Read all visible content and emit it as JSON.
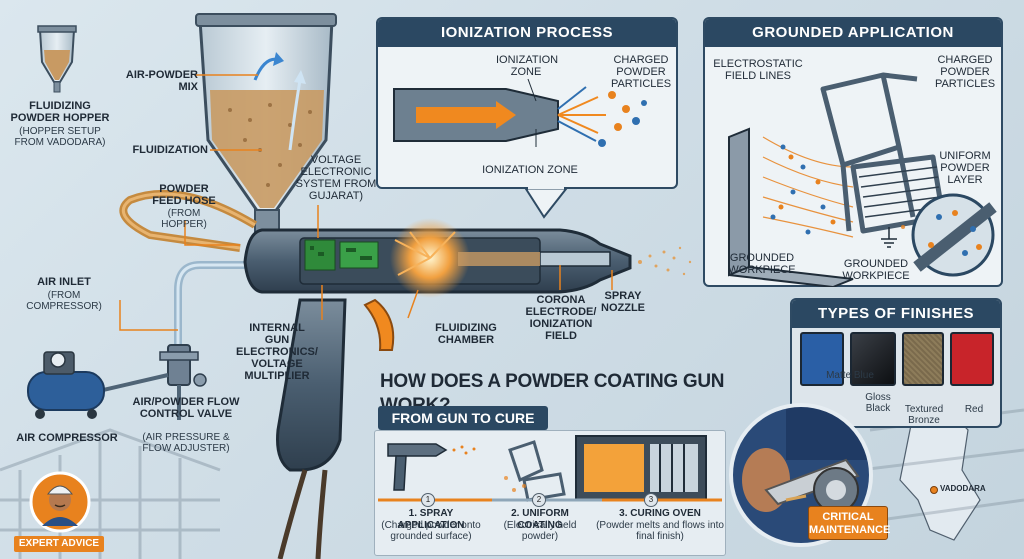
{
  "title": "HOW DOES A POWDER COATING GUN WORK?",
  "labels": {
    "air_powder_mix": "AIR-POWDER MIX",
    "hopper": "FLUIDIZING POWDER HOPPER",
    "hopper_sub": "(HOPPER SETUP FROM VADODARA)",
    "fluidization": "FLUIDIZATION",
    "voltage_system": "VOLTAGE ELECTRONIC SYSTEM FROM GUJARAT)",
    "feed_hose": "POWDER FEED HOSE",
    "feed_hose_sub": "(FROM HOPPER)",
    "air_inlet": "AIR INLET",
    "air_inlet_sub": "(FROM COMPRESSOR)",
    "internal_electronics": "INTERNAL GUN ELECTRONICS/ VOLTAGE MULTIPLIER",
    "fluidizing_chamber": "FLUIDIZING CHAMBER",
    "corona": "CORONA ELECTRODE/ IONIZATION FIELD",
    "spray_nozzle": "SPRAY NOZZLE",
    "compressor": "AIR COMPRESSOR",
    "control_valve": "AIR/POWDER FLOW CONTROL VALVE",
    "control_valve_sub": "(AIR PRESSURE & FLOW ADJUSTER)"
  },
  "ionization": {
    "heading": "IONIZATION PROCESS",
    "zone_top": "IONIZATION ZONE",
    "charged": "CHARGED POWDER PARTICLES",
    "zone_bottom": "IONIZATION ZONE"
  },
  "grounded": {
    "heading": "GROUNDED APPLICATION",
    "field_lines": "ELECTROSTATIC FIELD LINES",
    "charged": "CHARGED POWDER PARTICLES",
    "uniform": "UNIFORM POWDER LAYER",
    "workpiece_left": "GROUNDED WORKPIECE",
    "workpiece_right": "GROUNDED WORKPIECE"
  },
  "finishes": {
    "heading": "TYPES OF FINISHES",
    "items": [
      {
        "name": "Matte Blue",
        "color": "#2a5fa6"
      },
      {
        "name": "Gloss Black",
        "color": "#15171b"
      },
      {
        "name": "Textured Bronze",
        "color": "#7a6a4c"
      },
      {
        "name": "Red",
        "color": "#c8242a"
      }
    ]
  },
  "cure": {
    "heading": "FROM GUN TO CURE",
    "steps": [
      {
        "num": "1",
        "title": "1. SPRAY APPLICATION",
        "desc": "(Charged powder onto grounded surface)"
      },
      {
        "num": "2",
        "title": "2. UNIFORM COATING",
        "desc": "(Electrically held powder)"
      },
      {
        "num": "3",
        "title": "3. CURING OVEN",
        "desc": "(Powder melts and flows into final finish)"
      }
    ]
  },
  "badges": {
    "expert": "EXPERT ADVICE",
    "maintenance": "CRITICAL MAINTENANCE",
    "map_city": "VADODARA"
  },
  "colors": {
    "navy": "#2b4862",
    "orange": "#e8821e",
    "steel": "#5d6f80"
  }
}
